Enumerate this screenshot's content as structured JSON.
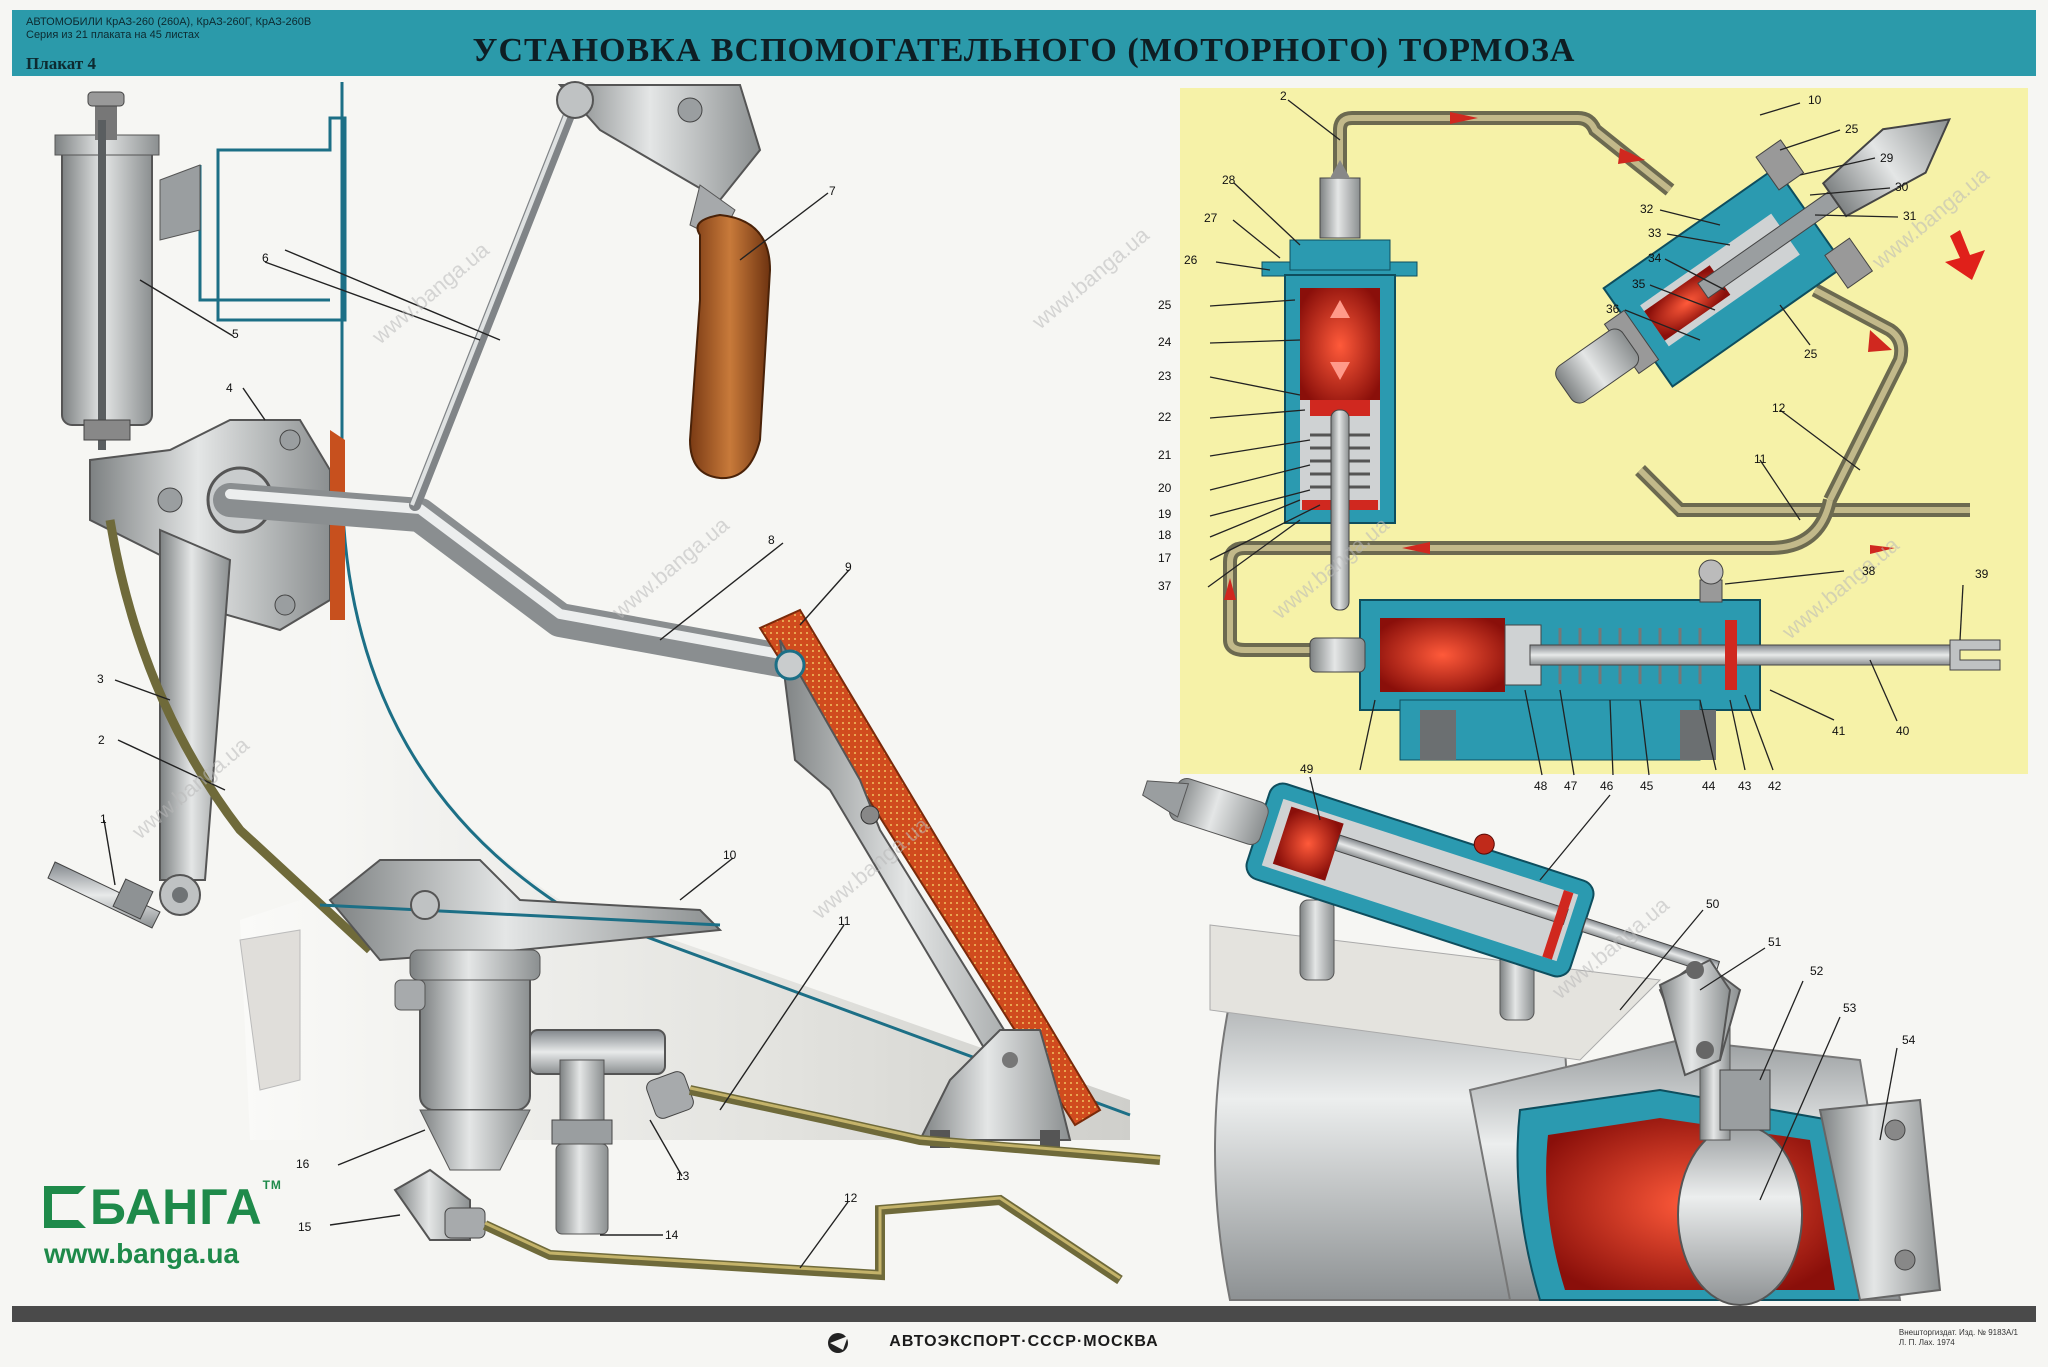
{
  "header": {
    "series_line1": "АВТОМОБИЛИ КрАЗ-260 (260А), КрАЗ-260Г, КрАЗ-260В",
    "series_line2": "Серия из 21 плаката на 45 листах",
    "plakat": "Плакат 4",
    "title": "УСТАНОВКА ВСПОМОГАТЕЛЬНОГО  (МОТОРНОГО) ТОРМОЗА"
  },
  "brand": {
    "logo": "БАНГА",
    "tm": "TM",
    "url": "www.banga.ua"
  },
  "watermark": "www.banga.ua",
  "footer": {
    "publisher": "АВТОЭКСПОРТ·СССР·МОСКВА",
    "small_line1": "Внешторгиздат. Изд. № 9183А/1",
    "small_line2": "Л. П. Лах. 1974"
  },
  "callouts_left": [
    "1",
    "2",
    "3",
    "4",
    "5",
    "6",
    "7",
    "8",
    "9",
    "10",
    "11",
    "12",
    "13",
    "14",
    "15",
    "16"
  ],
  "callouts_inset": [
    "2",
    "10",
    "25",
    "29",
    "30",
    "31",
    "32",
    "33",
    "34",
    "35",
    "36",
    "25",
    "12",
    "11",
    "28",
    "27",
    "26",
    "25",
    "24",
    "23",
    "22",
    "21",
    "20",
    "19",
    "18",
    "17",
    "37",
    "38",
    "39",
    "40",
    "41",
    "42",
    "43",
    "44",
    "45",
    "46",
    "47",
    "48"
  ],
  "callouts_bottom": [
    "49",
    "50",
    "51",
    "52",
    "53",
    "54"
  ],
  "colors": {
    "header": "#2b9aaa",
    "inset_bg": "#f6f2a8",
    "cutaway": "#2b9ab0",
    "fluid": "#d0281f",
    "brand": "#1e8a4a"
  }
}
